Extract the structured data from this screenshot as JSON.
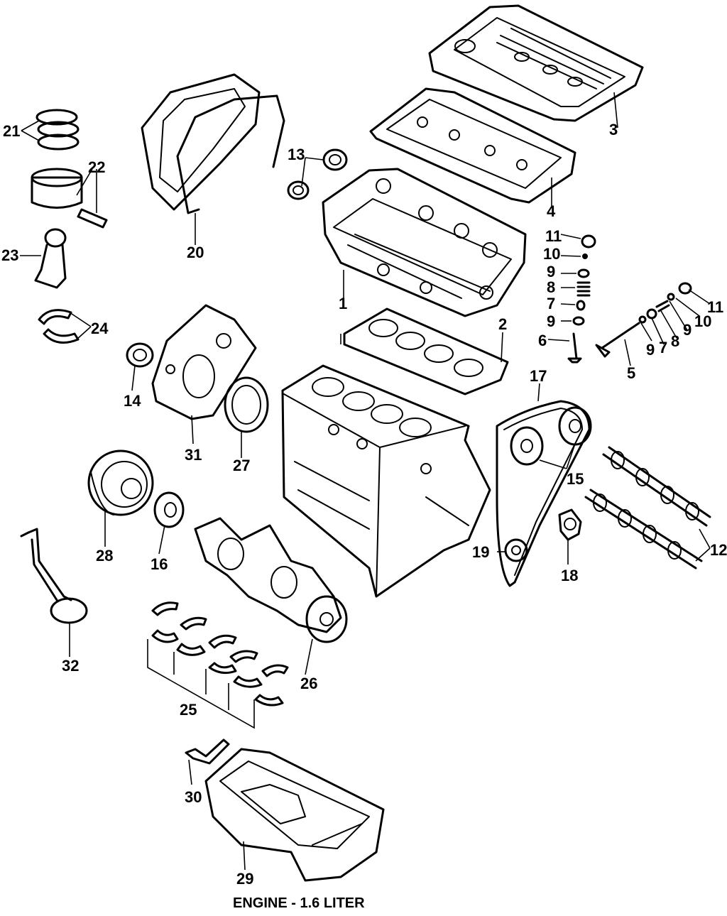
{
  "caption": "ENGINE - 1.6 LITER",
  "callouts": {
    "c1": "1",
    "c2": "2",
    "c3": "3",
    "c4": "4",
    "c5": "5",
    "c6": "6",
    "c7a": "7",
    "c7b": "7",
    "c8a": "8",
    "c8b": "8",
    "c9a": "9",
    "c9b": "9",
    "c9c": "9",
    "c9d": "9",
    "c10a": "10",
    "c10b": "10",
    "c11a": "11",
    "c11b": "11",
    "c12": "12",
    "c13": "13",
    "c14": "14",
    "c15": "15",
    "c16": "16",
    "c17": "17",
    "c18": "18",
    "c19": "19",
    "c20": "20",
    "c21": "21",
    "c22": "22",
    "c23": "23",
    "c24": "24",
    "c25": "25",
    "c26": "26",
    "c27": "27",
    "c28": "28",
    "c29": "29",
    "c30": "30",
    "c31": "31",
    "c32": "32"
  }
}
